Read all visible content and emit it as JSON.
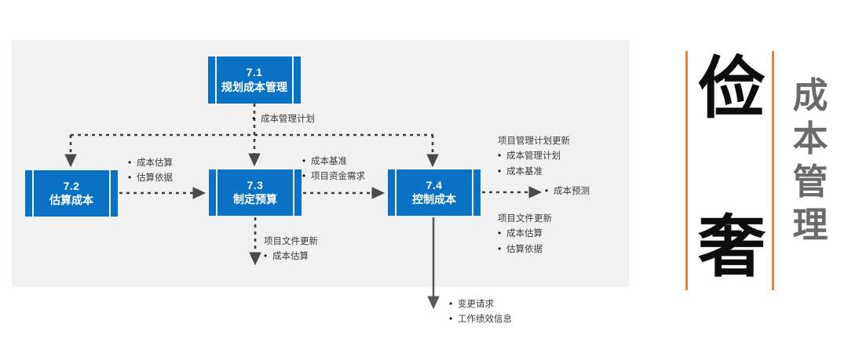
{
  "diagram": {
    "title_block": {
      "big_chars": [
        "俭",
        "奢"
      ],
      "side_title": [
        "成",
        "本",
        "管",
        "理"
      ],
      "rule_color": "#ee7f2e",
      "big_char_color": "#0d0d0d",
      "side_title_color": "#6b6b6b"
    },
    "panel_color": "#f1f1f1",
    "box_color": "#0a72c4",
    "boxes": [
      {
        "id": "7.1",
        "number": "7.1",
        "name": "规划成本管理"
      },
      {
        "id": "7.2",
        "number": "7.2",
        "name": "估算成本"
      },
      {
        "id": "7.3",
        "number": "7.3",
        "name": "制定预算"
      },
      {
        "id": "7.4",
        "number": "7.4",
        "name": "控制成本"
      }
    ],
    "annotations": {
      "cost_mgmt_plan": {
        "items": [
          "成本管理计划"
        ]
      },
      "cost_estimates": {
        "items": [
          "成本估算",
          "估算依据"
        ]
      },
      "cost_baseline": {
        "items": [
          "成本基准",
          "项目资金需求"
        ]
      },
      "pm_plan_updates": {
        "header": "项目管理计划更新",
        "items": [
          "成本管理计划",
          "成本基准"
        ]
      },
      "forecasts": {
        "items": [
          "成本预测"
        ]
      },
      "project_docs_updates_1": {
        "header": "项目文件更新",
        "items": [
          "成本估算"
        ]
      },
      "project_docs_updates_2": {
        "header": "项目文件更新",
        "items": [
          "成本估算",
          "估算依据"
        ]
      },
      "change_requests": {
        "items": [
          "变更请求",
          "工作绩效信息"
        ]
      }
    }
  }
}
